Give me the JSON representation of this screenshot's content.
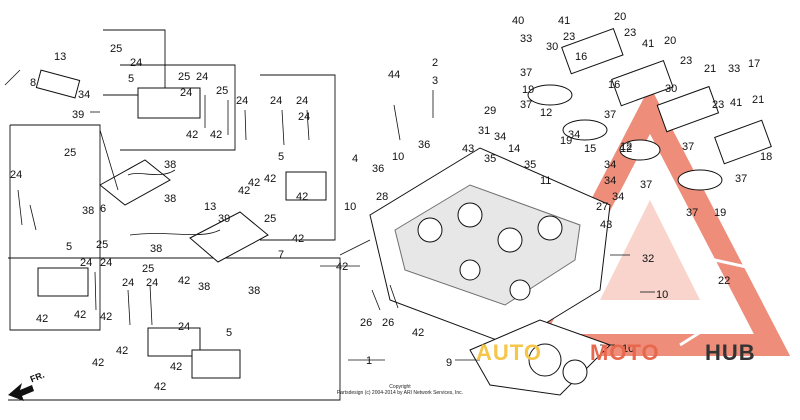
{
  "diagram": {
    "copyright_lines": [
      "Copyright",
      "Partsdesign (c) 2004-2014 by ARI Network Services, Inc."
    ],
    "direction_label": "FR.",
    "watermark": {
      "part1": "AUTO",
      "part2": "MOTO",
      "part3": "HUB",
      "color_auto": "#f5c64a",
      "color_moto": "#e8684e",
      "color_hub": "#333333"
    },
    "callouts": [
      {
        "id": "c40",
        "text": "40"
      },
      {
        "id": "c41a",
        "text": "41"
      },
      {
        "id": "c20a",
        "text": "20"
      },
      {
        "id": "c33a",
        "text": "33"
      },
      {
        "id": "c23a",
        "text": "23"
      },
      {
        "id": "c30a",
        "text": "30"
      },
      {
        "id": "c23b",
        "text": "23"
      },
      {
        "id": "c16a",
        "text": "16"
      },
      {
        "id": "c41b",
        "text": "41"
      },
      {
        "id": "c20b",
        "text": "20"
      },
      {
        "id": "c37a",
        "text": "37"
      },
      {
        "id": "c23c",
        "text": "23"
      },
      {
        "id": "c21a",
        "text": "21"
      },
      {
        "id": "c33b",
        "text": "33"
      },
      {
        "id": "c17",
        "text": "17"
      },
      {
        "id": "c19a",
        "text": "19"
      },
      {
        "id": "c37b",
        "text": "37"
      },
      {
        "id": "c16b",
        "text": "16"
      },
      {
        "id": "c30b",
        "text": "30"
      },
      {
        "id": "c41c",
        "text": "41"
      },
      {
        "id": "c21b",
        "text": "21"
      },
      {
        "id": "c13",
        "text": "13"
      },
      {
        "id": "c25a",
        "text": "25"
      },
      {
        "id": "c24a",
        "text": "24"
      },
      {
        "id": "c8",
        "text": "8"
      },
      {
        "id": "c34a",
        "text": "34"
      },
      {
        "id": "c5a",
        "text": "5"
      },
      {
        "id": "c25b",
        "text": "25"
      },
      {
        "id": "c24b",
        "text": "24"
      },
      {
        "id": "c24c",
        "text": "24"
      },
      {
        "id": "c25c",
        "text": "25"
      },
      {
        "id": "c24d",
        "text": "24"
      },
      {
        "id": "c24e",
        "text": "24"
      },
      {
        "id": "c2",
        "text": "2"
      },
      {
        "id": "c3",
        "text": "3"
      },
      {
        "id": "c44",
        "text": "44"
      },
      {
        "id": "c29",
        "text": "29"
      },
      {
        "id": "c39",
        "text": "39"
      },
      {
        "id": "c42a",
        "text": "42"
      },
      {
        "id": "c42b",
        "text": "42"
      },
      {
        "id": "c24f",
        "text": "24"
      },
      {
        "id": "c31",
        "text": "31"
      },
      {
        "id": "c12a",
        "text": "12"
      },
      {
        "id": "c34b",
        "text": "34"
      },
      {
        "id": "c43a",
        "text": "43"
      },
      {
        "id": "c36a",
        "text": "36"
      },
      {
        "id": "c4",
        "text": "4"
      },
      {
        "id": "c10a",
        "text": "10"
      },
      {
        "id": "c35a",
        "text": "35"
      },
      {
        "id": "c15",
        "text": "15"
      },
      {
        "id": "c35b",
        "text": "35"
      },
      {
        "id": "c14",
        "text": "14"
      },
      {
        "id": "c25d",
        "text": "25"
      },
      {
        "id": "c38a",
        "text": "38"
      },
      {
        "id": "c5b",
        "text": "5"
      },
      {
        "id": "c24g",
        "text": "24"
      },
      {
        "id": "c42c",
        "text": "42"
      },
      {
        "id": "c42d",
        "text": "42"
      },
      {
        "id": "c42e",
        "text": "42"
      },
      {
        "id": "c36b",
        "text": "36"
      },
      {
        "id": "c28",
        "text": "28"
      },
      {
        "id": "c11",
        "text": "11"
      },
      {
        "id": "c34c",
        "text": "34"
      },
      {
        "id": "c12b",
        "text": "12"
      },
      {
        "id": "c34d",
        "text": "34"
      },
      {
        "id": "c34e",
        "text": "34"
      },
      {
        "id": "c34f",
        "text": "34"
      },
      {
        "id": "c27",
        "text": "27"
      },
      {
        "id": "c24h",
        "text": "24"
      },
      {
        "id": "c38b",
        "text": "38"
      },
      {
        "id": "c6",
        "text": "6"
      },
      {
        "id": "c38c",
        "text": "38"
      },
      {
        "id": "c13b",
        "text": "13"
      },
      {
        "id": "c39b",
        "text": "39"
      },
      {
        "id": "c25e",
        "text": "25"
      },
      {
        "id": "c42f",
        "text": "42"
      },
      {
        "id": "c10b",
        "text": "10"
      },
      {
        "id": "c43b",
        "text": "43"
      },
      {
        "id": "c7",
        "text": "7"
      },
      {
        "id": "c42g",
        "text": "42"
      },
      {
        "id": "c5c",
        "text": "5"
      },
      {
        "id": "c25f",
        "text": "25"
      },
      {
        "id": "c38d",
        "text": "38"
      },
      {
        "id": "c24i",
        "text": "24"
      },
      {
        "id": "c25g",
        "text": "25"
      },
      {
        "id": "c24j",
        "text": "24"
      },
      {
        "id": "c42h",
        "text": "42"
      },
      {
        "id": "c32",
        "text": "32"
      },
      {
        "id": "c38e",
        "text": "38"
      },
      {
        "id": "c38f",
        "text": "38"
      },
      {
        "id": "c22",
        "text": "22"
      },
      {
        "id": "c24k",
        "text": "24"
      },
      {
        "id": "c24l",
        "text": "24"
      },
      {
        "id": "c42i",
        "text": "42"
      },
      {
        "id": "c26a",
        "text": "26"
      },
      {
        "id": "c26b",
        "text": "26"
      },
      {
        "id": "c10c",
        "text": "10"
      },
      {
        "id": "c42j",
        "text": "42"
      },
      {
        "id": "c42k",
        "text": "42"
      },
      {
        "id": "c24m",
        "text": "24"
      },
      {
        "id": "c42l",
        "text": "42"
      },
      {
        "id": "c5d",
        "text": "5"
      },
      {
        "id": "c42m",
        "text": "42"
      },
      {
        "id": "c42n",
        "text": "42"
      },
      {
        "id": "c10d",
        "text": "10"
      },
      {
        "id": "c1",
        "text": "1"
      },
      {
        "id": "c9",
        "text": "9"
      },
      {
        "id": "c42o",
        "text": "42"
      },
      {
        "id": "c42p",
        "text": "42"
      },
      {
        "id": "c42q",
        "text": "42"
      },
      {
        "id": "c12c",
        "text": "12"
      },
      {
        "id": "c19b",
        "text": "19"
      },
      {
        "id": "c37c",
        "text": "37"
      },
      {
        "id": "c18",
        "text": "18"
      },
      {
        "id": "c37d",
        "text": "37"
      },
      {
        "id": "c37e",
        "text": "37"
      },
      {
        "id": "c19c",
        "text": "19"
      },
      {
        "id": "c37f",
        "text": "37"
      },
      {
        "id": "c23d",
        "text": "23"
      },
      {
        "id": "c37g",
        "text": "37"
      }
    ]
  }
}
